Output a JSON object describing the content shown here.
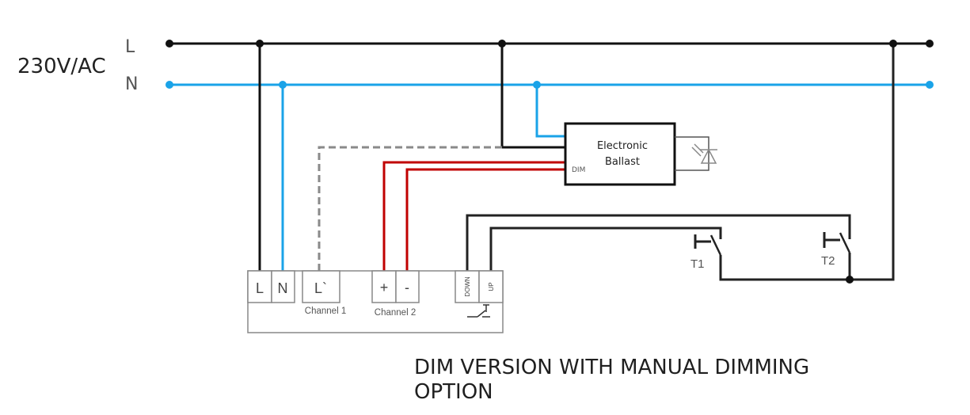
{
  "supply": {
    "label": "230V/AC",
    "line_letter": "L",
    "neutral_letter": "N"
  },
  "ballast": {
    "line1": "Electronic",
    "line2": "Ballast",
    "dim_input": "DIM"
  },
  "module": {
    "terminals": {
      "l": "L",
      "n": "N",
      "l_out": "L`",
      "plus": "+",
      "minus": "-",
      "down": "DOWN",
      "up": "UP"
    },
    "channel1_label": "Channel 1",
    "channel2_label": "Channel 2"
  },
  "switches": {
    "t1": "T1",
    "t2": "T2"
  },
  "title": {
    "line1": "DIM VERSION WITH MANUAL DIMMING",
    "line2": "OPTION"
  },
  "colors": {
    "line_wire": "#111111",
    "neutral_wire": "#1aa3e8",
    "dim_wire": "#c00000",
    "switched_line_dashed": "#8a8a8a",
    "outline_gray": "#888888"
  }
}
